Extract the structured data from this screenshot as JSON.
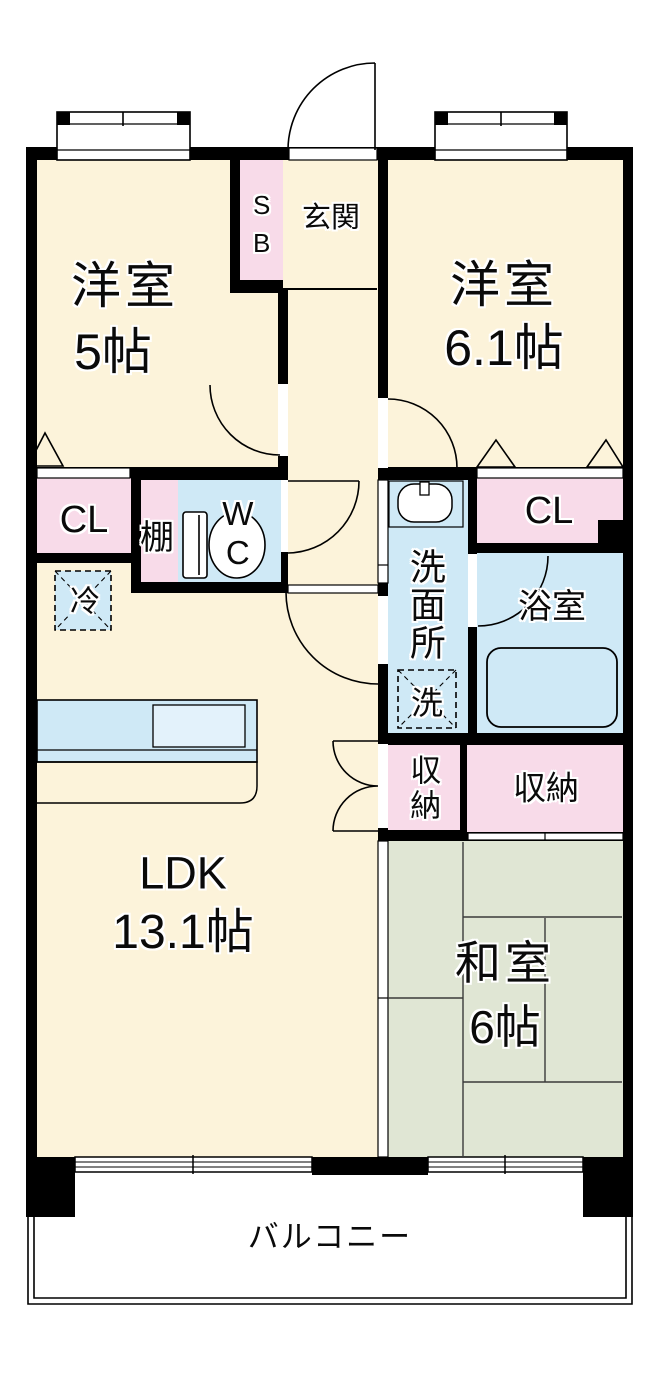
{
  "rooms": {
    "western_5": {
      "name": "洋室",
      "size": "5帖"
    },
    "western_61": {
      "name": "洋室",
      "size": "6.1帖"
    },
    "ldk": {
      "name": "LDK",
      "size": "13.1帖"
    },
    "japanese_6": {
      "name": "和室",
      "size": "6帖"
    },
    "entrance": {
      "label": "玄関"
    },
    "balcony": {
      "label": "バルコニー"
    },
    "washroom": {
      "label": "洗面所"
    },
    "bathroom": {
      "label": "浴室"
    },
    "toilet": {
      "label": "WC"
    },
    "shoe_box": {
      "label": "SB"
    },
    "closet_left": {
      "label": "CL"
    },
    "closet_right": {
      "label": "CL"
    },
    "shelf": {
      "label": "棚"
    },
    "storage_small": {
      "label": "収納"
    },
    "storage_wide": {
      "label": "収納"
    },
    "refrigerator": {
      "label": "冷"
    },
    "washer": {
      "label": "洗"
    }
  },
  "colors": {
    "room_cream": "#fcf3da",
    "closet_pink": "#f8dbe9",
    "wet_blue": "#cfe9f6",
    "tatami_green": "#e0e6d4",
    "wall_black": "#000000"
  }
}
